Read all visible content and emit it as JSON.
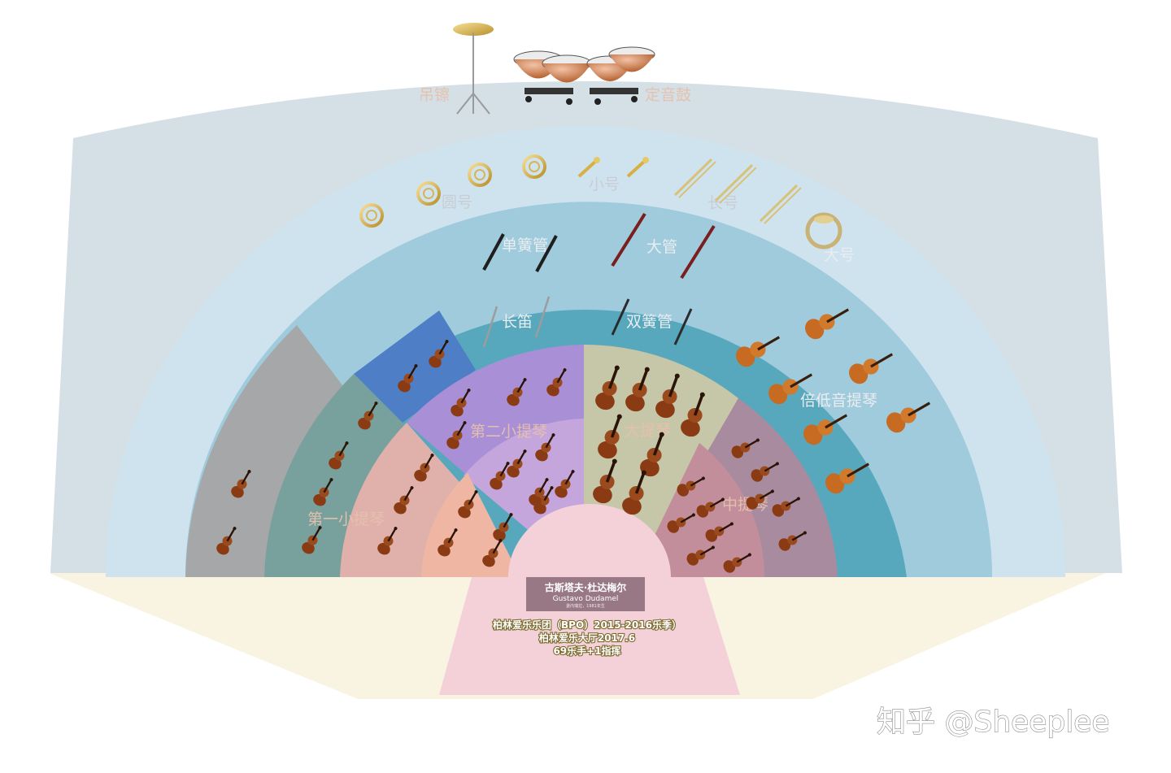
{
  "sections": {
    "cymbal": "吊镲",
    "timpani": "定音鼓",
    "horn": "圆号",
    "trumpet": "小号",
    "trombone": "长号",
    "tuba": "大号",
    "clarinet": "单簧管",
    "bassoon": "大管",
    "flute": "长笛",
    "oboe": "双簧管",
    "double_bass": "倍低音提琴",
    "second_violin": "第二小提琴",
    "cello": "大提琴",
    "viola": "中提琴",
    "first_violin": "第一小提琴"
  },
  "conductor": {
    "name": "古斯塔夫·杜达梅尔",
    "name_en": "Gustavo Dudamel",
    "note": "委内瑞拉，1981年生"
  },
  "info": {
    "line1": "柏林爱乐乐团（BPO）2015-2016乐季）",
    "line2": "柏林爱乐大厅2017.6",
    "line3": "69乐手+1指挥"
  },
  "watermark": "知乎 @Sheeplee",
  "icons": {
    "instrument_icons": [
      "cymbal-icon",
      "timpani-icon",
      "horn-icon",
      "trumpet-icon",
      "trombone-icon",
      "tuba-icon",
      "clarinet-icon",
      "bassoon-icon",
      "flute-icon",
      "oboe-icon",
      "double-bass-icon",
      "cello-icon",
      "violin-icon",
      "viola-icon"
    ]
  },
  "colors": {
    "outer_stage": "#d4e0e6",
    "brass_band": "#cfe3ef",
    "woodwind_band": "#9fcbdd",
    "bass_band": "#58a8bd",
    "first_violin_outer": "#a6a7a8",
    "first_violin_mid": "#78a09c",
    "first_violin_inner": "#e0b1ab",
    "first_violin_core": "#f0b6a4",
    "second_violin_outer": "#4e7fc6",
    "second_violin": "#a98fd6",
    "second_violin_inner": "#c4a6dc",
    "cello": "#c6c6a8",
    "viola": "#c28e9b",
    "viola_outer": "#a88b9e",
    "podium": "#f4d1d8",
    "floor": "#f9f4e2"
  }
}
